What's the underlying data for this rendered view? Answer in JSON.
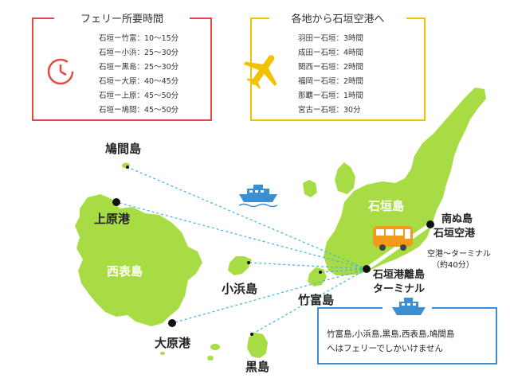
{
  "ferry_times": {
    "title": "フェリー所要時間",
    "routes": [
      "石垣ー竹富：10〜15分",
      "石垣ー小浜：25〜30分",
      "石垣ー黒島：25〜30分",
      "石垣ー大原：40〜45分",
      "石垣ー上原：45〜50分",
      "石垣ー鳩間：45〜50分"
    ],
    "icon": "clock-icon",
    "color": "#e8483f"
  },
  "flight_times": {
    "title": "各地から石垣空港へ",
    "routes": [
      "羽田ー石垣：3時間",
      "成田ー石垣：4時間",
      "関西ー石垣：2時間",
      "福岡ー石垣：2時間",
      "那覇ー石垣：1時間",
      "宮古ー石垣：30分"
    ],
    "icon": "airplane-icon",
    "color": "#f2c200"
  },
  "places": {
    "hatoma": "鳩間島",
    "uehara": "上原港",
    "iriomote": "西表島",
    "kohama": "小浜島",
    "taketomi": "竹富島",
    "ohara": "大原港",
    "kuroshima": "黒島",
    "ishigaki": "石垣島",
    "terminal_line1": "石垣港離島",
    "terminal_line2": "ターミナル",
    "airport_line1": "南ぬ島",
    "airport_line2": "石垣空港"
  },
  "bus": {
    "route": "空港〜ターミナル",
    "duration": "（約40分）",
    "icon": "bus-icon"
  },
  "note": {
    "line1": "竹富島,小浜島,黒島,西表島,鳩間島",
    "line2": "へはフェリーでしかいけません",
    "icon": "ship-icon",
    "color": "#3a8fd0"
  },
  "colors": {
    "land": "#a8dc45",
    "route_line": "#3bb8d8",
    "port_dot": "#111111"
  }
}
